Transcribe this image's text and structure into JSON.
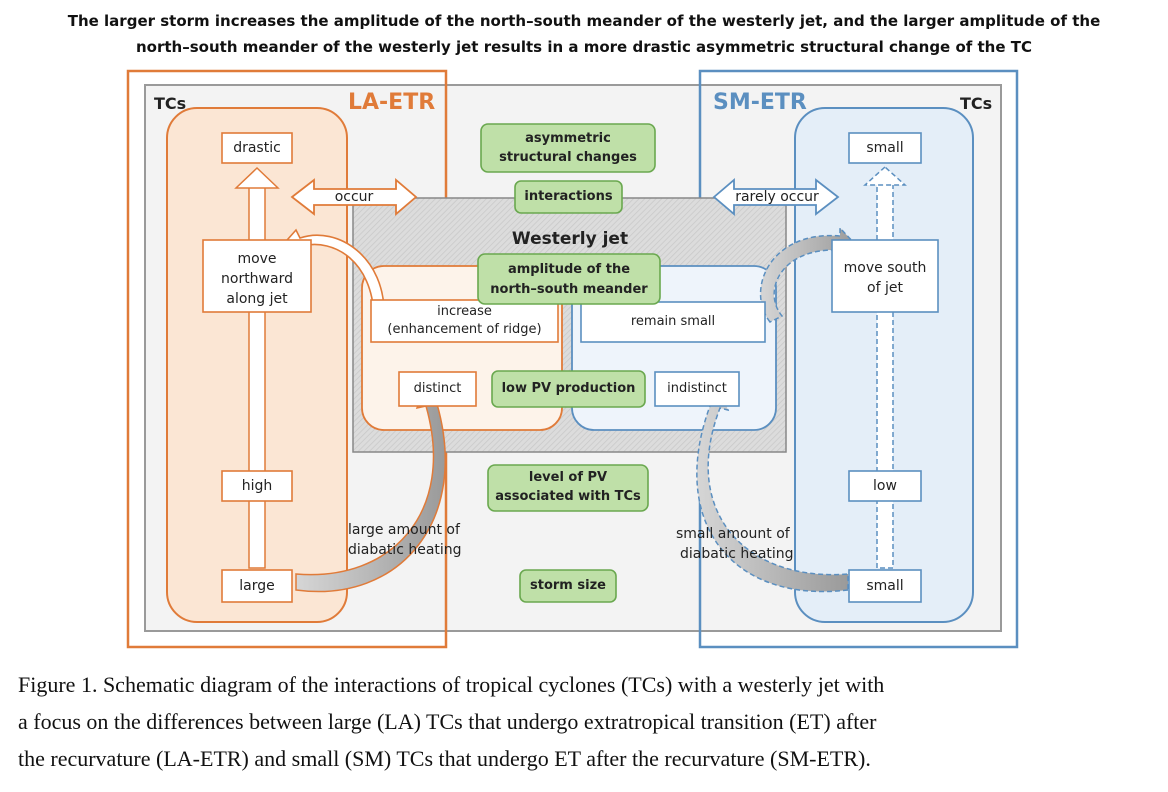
{
  "heading": {
    "line1": "The larger storm increases the amplitude of the north–south meander of the westerly jet, and the larger amplitude of the",
    "line2": "north–south meander of the westerly jet results in a more drastic asymmetric structural change of the TC"
  },
  "left": {
    "tcs_label": "TCs",
    "title": "LA-ETR",
    "drastic": "drastic",
    "move_l1": "move",
    "move_l2": "northward",
    "move_l3": "along jet",
    "high": "high",
    "large": "large",
    "occur": "occur",
    "increase_l1": "increase",
    "increase_l2": "(enhancement of ridge)",
    "distinct": "distinct",
    "heating_l1": "large amount of",
    "heating_l2": "diabatic heating"
  },
  "right": {
    "tcs_label": "TCs",
    "title": "SM-ETR",
    "small_top": "small",
    "move_l1": "move south",
    "move_l2": "of jet",
    "low": "low",
    "small_bottom": "small",
    "rarely_occur": "rarely occur",
    "remain_small": "remain small",
    "indistinct": "indistinct",
    "heating_l1": "small amount of",
    "heating_l2": "diabatic heating"
  },
  "center": {
    "asym_l1": "asymmetric",
    "asym_l2": "structural changes",
    "interactions": "interactions",
    "westerly_jet": "Westerly jet",
    "amp_l1": "amplitude of the",
    "amp_l2": "north–south meander",
    "low_pv": "low PV production",
    "level_l1": "level of PV",
    "level_l2": "associated with TCs",
    "storm_size": "storm size"
  },
  "caption": {
    "line1": "Figure 1. Schematic diagram of the interactions of tropical cyclones (TCs) with a westerly jet with",
    "line2": "a focus on the differences between large (LA) TCs that undergo extratropical transition (ET) after",
    "line3": "the recurvature (LA-ETR) and small (SM) TCs that undergo ET after the recurvature (SM-ETR)."
  },
  "colors": {
    "orange": "#e07b39",
    "blue": "#5b8fc0",
    "green_fill": "#bfe0a8",
    "green_stroke": "#6aa84f",
    "gray_panel": "#f3f3f3",
    "jet_fill": "#dcdcdc"
  }
}
